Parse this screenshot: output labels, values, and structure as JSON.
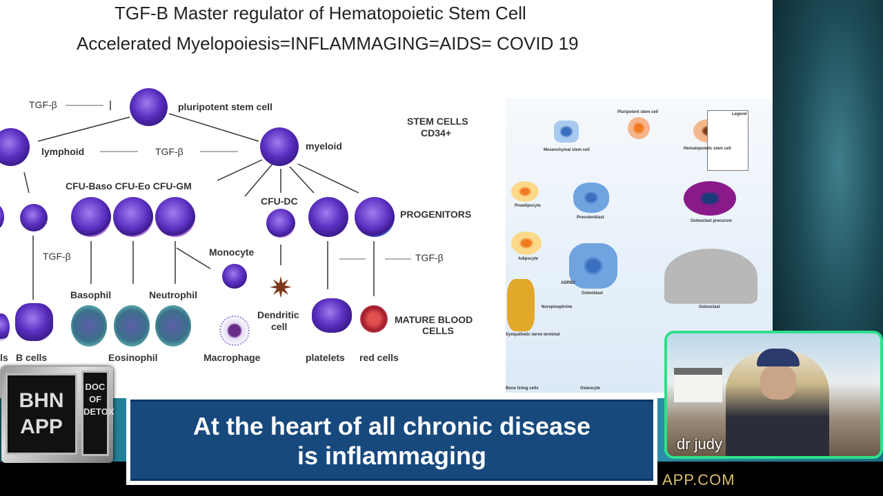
{
  "slide": {
    "title_line1": "TGF-B Master regulator of Hematopoietic Stem Cell",
    "title_line2": "Accelerated Myelopoiesis=INFLAMMAGING=AIDS= COVID 19",
    "left_diagram": {
      "tgf_beta": "TGF-β",
      "pluripotent": "pluripotent stem cell",
      "lymphoid": "lymphoid",
      "myeloid": "myeloid",
      "stem_cells": "STEM CELLS",
      "cd34": "CD34+",
      "cfu": "CFU-Baso CFU-Eo CFU-GM",
      "cfu_dc": "CFU-DC",
      "progenitors": "PROGENITORS",
      "monocyte": "Monocyte",
      "basophil": "Basophil",
      "neutrophil": "Neutrophil",
      "dendritic1": "Dendritic",
      "dendritic2": "cell",
      "mature1": "MATURE BLOOD",
      "mature2": "CELLS",
      "ls": "ls",
      "b_cells": "B cells",
      "eosinophil": "Eosinophil",
      "macrophage": "Macrophage",
      "platelets": "platelets",
      "red_cells": "red cells"
    },
    "right_diagram": {
      "pluripotent": "Pluripotent stem cell",
      "mesenchymal": "Mesenchymal stem cell",
      "hematopoietic": "Hematopoietic stem cell",
      "legend": "Legend",
      "preadipocyte": "Preadipocyte",
      "adipocyte": "Adipocyte",
      "preosteoblast": "Preosteoblast",
      "osteoclast_precursor": "Osteoclast precursor",
      "osteoblast": "Osteoblast",
      "osteoclast": "Osteoclast",
      "nerve": "Sympathetic nerve terminal",
      "norepinephrine": "Norepinephrine",
      "adrb2": "ADRB2",
      "bone_lining": "Bone lining cells",
      "osteocyte": "Osteocyte"
    }
  },
  "logo": {
    "left": "BHN APP",
    "right": "DOC OF DETOX"
  },
  "caption": {
    "line1": "At the heart of all chronic disease",
    "line2": "is inflammaging"
  },
  "ticker": {
    "text": "APP.COM"
  },
  "webcam": {
    "name": "dr judy"
  },
  "colors": {
    "caption_bg": "#17497d",
    "webcam_border": "#2ee08a",
    "ticker_text": "#d8bf6a"
  }
}
